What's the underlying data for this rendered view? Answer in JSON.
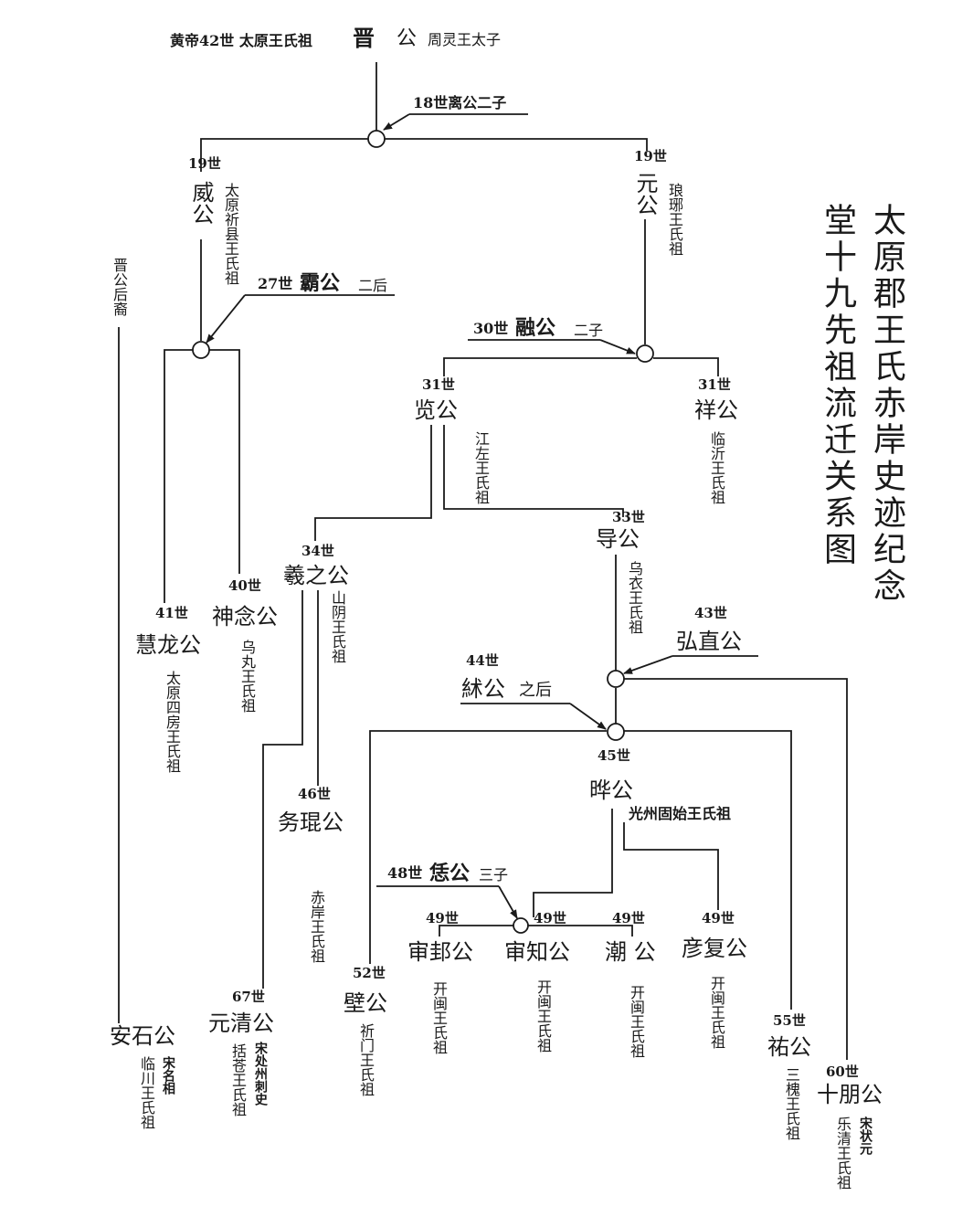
{
  "title": {
    "line1": "太原郡王氏赤岸史迹纪念",
    "line2": "堂十九先祖流迁关系图"
  },
  "root": {
    "left": "黄帝42世 太原王氏祖",
    "name1": "晋",
    "name2": "公",
    "right": "周灵王太子"
  },
  "nodes": {
    "gen18": "18世离公二子",
    "gen19_wei_gen": "19世",
    "gen19_wei_name": "威公",
    "gen19_wei_desc": "太原祈县王氏祖",
    "gen19_yuan_gen": "19世",
    "gen19_yuan_name": "元公",
    "gen19_yuan_desc": "琅琊王氏祖",
    "descendant": "晋公后裔",
    "gen27_gen": "27世",
    "gen27_name": "霸公",
    "gen27_note": "二后",
    "gen30_gen": "30世",
    "gen30_name": "融公",
    "gen30_note": "二子",
    "gen31_lan_gen": "31世",
    "gen31_lan_name": "览公",
    "gen31_lan_desc": "江左王氏祖",
    "gen31_xiang_gen": "31世",
    "gen31_xiang_name": "祥公",
    "gen31_xiang_desc": "临沂王氏祖",
    "gen33_gen": "33世",
    "gen33_name": "导公",
    "gen33_desc": "乌衣王氏祖",
    "gen34_gen": "34世",
    "gen34_name": "羲之公",
    "gen34_desc": "山阴王氏祖",
    "gen40_gen": "40世",
    "gen40_name": "神念公",
    "gen40_desc": "乌丸王氏祖",
    "gen41_gen": "41世",
    "gen41_name": "慧龙公",
    "gen41_desc": "太原四房王氏祖",
    "gen43_gen": "43世",
    "gen43_name": "弘直公",
    "gen44_gen": "44世",
    "gen44_name": "絉公",
    "gen44_note": "之后",
    "gen45_gen": "45世",
    "gen45_name": "晔公",
    "gen45_desc": "光州固始王氏祖",
    "gen46_gen": "46世",
    "gen46_name": "务琨公",
    "chian": "赤岸王氏祖",
    "gen48_gen": "48世",
    "gen48_name": "恁公",
    "gen48_note": "三子",
    "gen49_a_gen": "49世",
    "gen49_a_name": "审邽公",
    "gen49_a_desc": "开闽王氏祖",
    "gen49_b_gen": "49世",
    "gen49_b_name": "审知公",
    "gen49_b_desc": "开闽王氏祖",
    "gen49_c_gen": "49世",
    "gen49_c_name": "潮 公",
    "gen49_c_desc": "开闽王氏祖",
    "gen49_d_gen": "49世",
    "gen49_d_name": "彦复公",
    "gen49_d_desc": "开闽王氏祖",
    "anshi_name": "安石公",
    "anshi_note": "宋名相",
    "anshi_desc": "临川王氏祖",
    "gen67_gen": "67世",
    "gen67_name": "元清公",
    "gen67_note": "宋处州刺史",
    "gen67_desc": "括苍王氏祖",
    "gen52_gen": "52世",
    "gen52_name": "壁公",
    "gen52_desc": "祈门王氏祖",
    "gen55_gen": "55世",
    "gen55_name": "祐公",
    "gen55_desc": "三槐王氏祖",
    "gen60_gen": "60世",
    "gen60_name": "十朋公",
    "gen60_note": "宋状元",
    "gen60_desc": "乐清王氏祖"
  }
}
